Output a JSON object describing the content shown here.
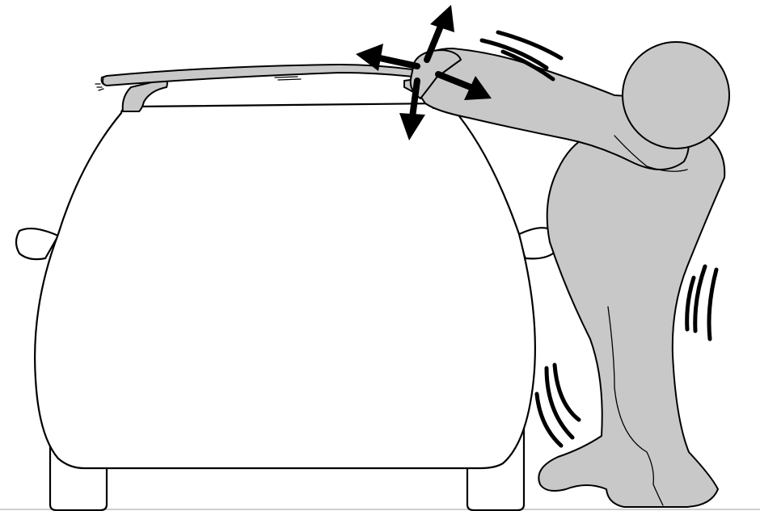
{
  "colors": {
    "figure": "#c8c8c8",
    "roof_rail": "#c8c8c8",
    "outline": "#000000",
    "background": "#ffffff"
  },
  "illustration": {
    "vehicle": "car",
    "accessory": "roof rail",
    "actor": "person",
    "action_icons": [
      "arrow-left-icon",
      "arrow-up-icon",
      "arrow-down-icon",
      "arrow-right-icon"
    ],
    "motion_marks": [
      "shake-marks-arm",
      "shake-marks-back",
      "shake-marks-leg"
    ]
  }
}
